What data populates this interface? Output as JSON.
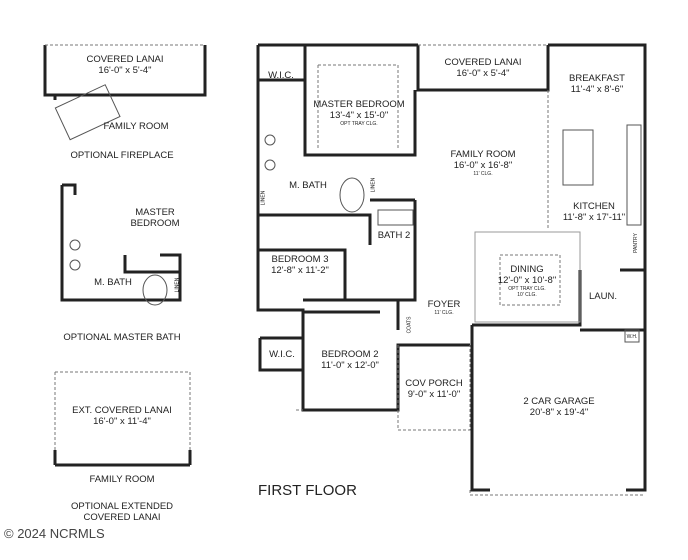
{
  "title": "FIRST FLOOR",
  "watermark": "© 2024 NCRMLS",
  "rooms": {
    "covered_lanai": {
      "name": "COVERED LANAI",
      "size": "16'-0\" x 5'-4\""
    },
    "breakfast": {
      "name": "BREAKFAST",
      "size": "11'-4\" x 8'-6\""
    },
    "wic_master": {
      "name": "W.I.C."
    },
    "master_bedroom": {
      "name": "MASTER BEDROOM",
      "size": "13'-4\" x 15'-0\"",
      "note": "OPT TRAY CLG."
    },
    "family_room": {
      "name": "FAMILY ROOM",
      "size": "16'-0\" x 16'-8\"",
      "note": "11' CLG."
    },
    "m_bath": {
      "name": "M. BATH"
    },
    "linen1": "LINEN",
    "linen2": "LINEN",
    "kitchen": {
      "name": "KITCHEN",
      "size": "11'-8\" x 17'-11\""
    },
    "bath2": {
      "name": "BATH 2"
    },
    "pantry": "PANTRY",
    "bedroom3": {
      "name": "BEDROOM 3",
      "size": "12'-8\" x 11'-2\""
    },
    "dining": {
      "name": "DINING",
      "size": "12'-0\" x 10'-8\"",
      "note": "OPT TRAY CLG.",
      "note2": "10' CLG."
    },
    "laundry": {
      "name": "LAUN."
    },
    "foyer": {
      "name": "FOYER",
      "note": "11' CLG."
    },
    "coats": "COATS",
    "wh": "W.H.",
    "wic2": {
      "name": "W.I.C."
    },
    "bedroom2": {
      "name": "BEDROOM 2",
      "size": "11'-0\" x 12'-0\""
    },
    "cov_porch": {
      "name": "COV PORCH",
      "size": "9'-0\" x 11'-0\""
    },
    "garage": {
      "name": "2 CAR GARAGE",
      "size": "20'-8\" x 19'-4\""
    }
  },
  "options": {
    "fireplace": {
      "lanai_name": "COVERED LANAI",
      "lanai_size": "16'-0\" x 5'-4\"",
      "room": "FAMILY ROOM",
      "caption": "OPTIONAL FIREPLACE"
    },
    "master_bath": {
      "bedroom": "MASTER",
      "bedroom2": "BEDROOM",
      "bath": "M. BATH",
      "linen": "LINEN",
      "caption": "OPTIONAL MASTER BATH"
    },
    "ext_lanai": {
      "name": "EXT. COVERED LANAI",
      "size": "16'-0\" x 11'-4\"",
      "room": "FAMILY ROOM",
      "caption1": "OPTIONAL EXTENDED",
      "caption2": "COVERED LANAI"
    }
  }
}
